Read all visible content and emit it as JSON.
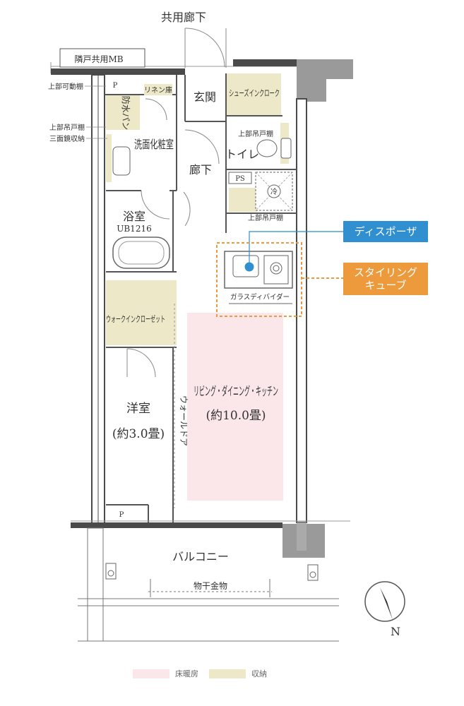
{
  "colors": {
    "floor_heating": "#fbe7ea",
    "storage": "#ede9c8",
    "disposer_callout": "#2f8fcf",
    "styling_cube_callout": "#ec9a3c",
    "wall": "#4a4a4a",
    "column": "#9a9a9a"
  },
  "labels": {
    "shared_corridor": "共用廊下",
    "neighbor_mb": "隣戸共用MB",
    "upper_sliding_shelf": "上部可動棚",
    "upper_hanging_shelf_left": "上部吊戸棚",
    "three_mirror": "三面鏡収納",
    "p_top": "P",
    "linen": "リネン庫",
    "waterproof_pan": "防水パン",
    "washroom": "洗面化粧室",
    "entrance": "玄関",
    "shoes_in_closet": "シューズインクローク",
    "upper_hanging_shelf_toilet": "上部吊戸棚",
    "toilet": "トイレ",
    "corridor": "廊下",
    "ps": "PS",
    "fridge": "冷",
    "upper_hanging_shelf_kitchen": "上部吊戸棚",
    "bathroom": "浴室",
    "ub": "UB1216",
    "disposer": "ディスポーザ",
    "glass_divider": "ガラスディバイダー",
    "styling_cube": "スタイリングキューブ",
    "walk_in_closet": "ウォークインクローゼット",
    "ldk": "リビング・ダイニング・キッチン",
    "ldk_area": "(約10.0畳)",
    "western_room": "洋室",
    "western_area": "(約3.0畳)",
    "wall_door": "ウォールドア",
    "p_bottom": "P",
    "balcony": "バルコニー",
    "clothesline": "物干金物",
    "north": "N"
  },
  "legend": [
    {
      "label": "床暖房",
      "color_key": "floor_heating"
    },
    {
      "label": "収納",
      "color_key": "storage"
    }
  ]
}
